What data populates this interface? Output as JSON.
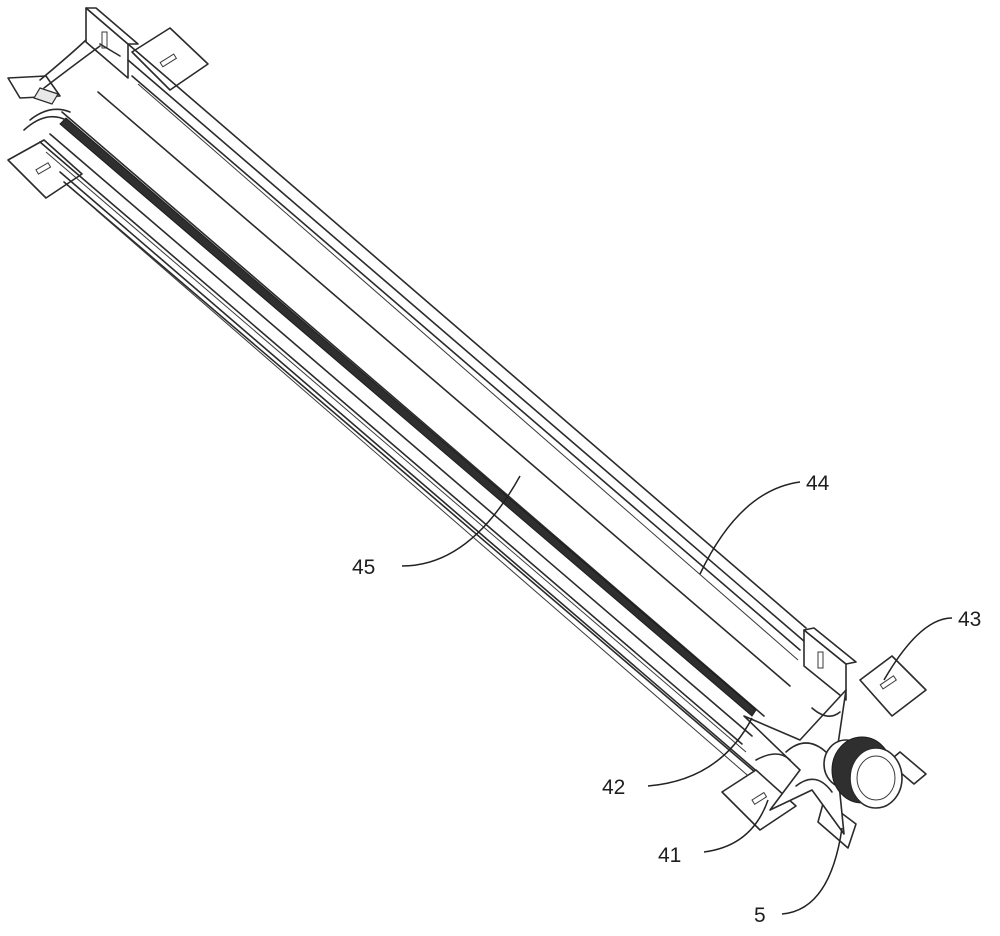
{
  "labels": {
    "l44": "44",
    "l45": "45",
    "l43": "43",
    "l42": "42",
    "l41": "41",
    "l5": "5"
  },
  "colors": {
    "line": "#2b2b2b",
    "background": "#ffffff"
  }
}
